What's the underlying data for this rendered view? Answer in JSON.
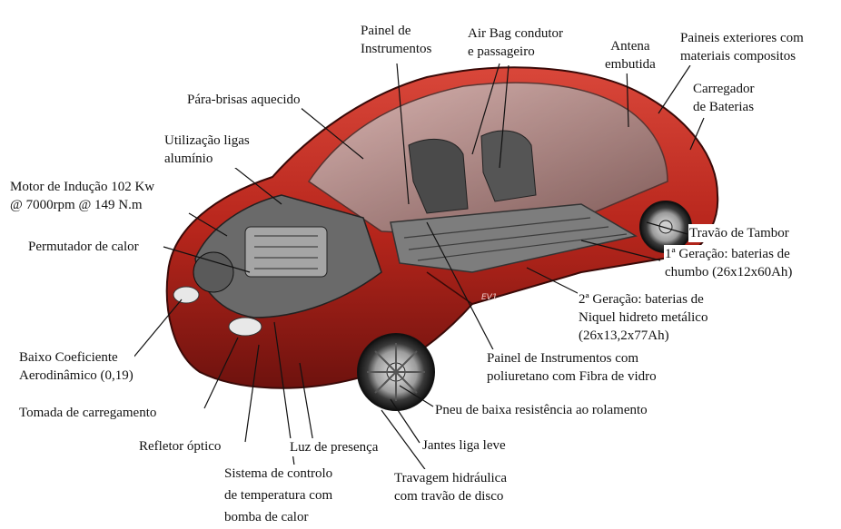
{
  "labels": {
    "painel_instrumentos": [
      "Painel de",
      "Instrumentos"
    ],
    "air_bag": [
      "Air Bag condutor",
      "e passageiro"
    ],
    "antena": [
      "Antena",
      "embutida"
    ],
    "paineis_exteriores": [
      "Paineis exteriores com",
      "materiais compositos"
    ],
    "carregador": [
      "Carregador",
      "de Baterias"
    ],
    "para_brisas": "Pára-brisas aquecido",
    "ligas_aluminio": [
      "Utilização ligas",
      "alumínio"
    ],
    "motor": [
      "Motor de Indução 102 Kw",
      "@ 7000rpm @ 149 N.m"
    ],
    "permutador": "Permutador de calor",
    "travao_tambor": "Travão de Tambor",
    "geracao1": [
      "1ª Geração: baterias de",
      "chumbo (26x12x60Ah)"
    ],
    "geracao2": [
      "2ª Geração: baterias de",
      "Niquel hidreto metálico",
      "(26x13,2x77Ah)"
    ],
    "painel_poliuretano": [
      "Painel de Instrumentos com",
      "poliuretano com Fibra de vidro"
    ],
    "pneu": "Pneu de baixa resistência ao rolamento",
    "baixo_coeficiente": [
      "Baixo Coeficiente",
      "Aerodinâmico (0,19)"
    ],
    "tomada": "Tomada de carregamento",
    "jantes": "Jantes liga leve",
    "refletor": "Refletor óptico",
    "luz": "Luz de presença",
    "sistema": [
      "Sistema  de controlo",
      "de temperatura com",
      "bomba de calor"
    ],
    "travagem": [
      "Travagem hidráulica",
      "com travão de disco"
    ]
  },
  "car_badge": "EV1",
  "colors": {
    "body": "#b8261c",
    "body_dark": "#7a1410",
    "body_light": "#d9473a",
    "chassis": "#8a8a8a",
    "line": "#111111"
  }
}
